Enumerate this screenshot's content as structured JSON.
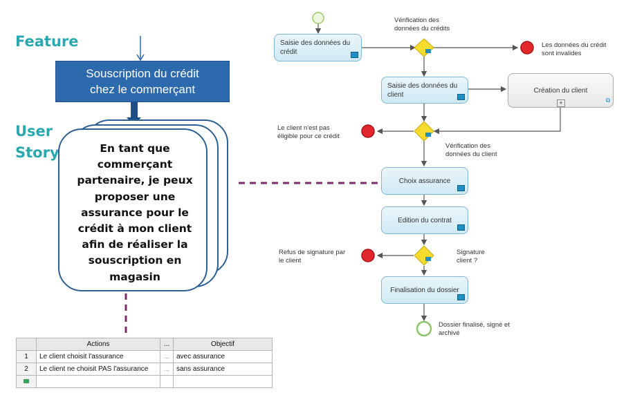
{
  "left": {
    "feature_label": "Feature",
    "feature_box": [
      "Souscription du crédit",
      "chez le commerçant"
    ],
    "story_label": [
      "User",
      "Story"
    ],
    "story_text": [
      "En tant que",
      "commerçant",
      "partenaire, je peux",
      "proposer  une",
      "assurance pour le",
      "crédit à mon  client",
      "afin de réaliser la",
      "souscription en",
      "magasin"
    ]
  },
  "table": {
    "headers": [
      "",
      "Actions",
      "...",
      "Objectif"
    ],
    "rows": [
      {
        "num": "1",
        "action": "Le client choisit l'assurance",
        "dots": "...",
        "objective": "avec assurance"
      },
      {
        "num": "2",
        "action": "Le client ne choisit PAS l'assurance",
        "dots": "...",
        "objective": "sans assurance"
      }
    ]
  },
  "process": {
    "tasks": {
      "saisie_credit": [
        "Saisie des données du",
        "crédit"
      ],
      "saisie_client": [
        "Saisie des données du",
        "client"
      ],
      "creation_client": "Création du client",
      "choix_assurance": "Choix assurance",
      "edition_contrat": "Edition du contrat",
      "finalisation": "Finalisation du dossier"
    },
    "labels": {
      "verif_credits": [
        "Vérification des",
        "données du crédits"
      ],
      "invalid": [
        "Les données du crédit",
        "sont invalides"
      ],
      "not_eligible": [
        "Le client n'est pas",
        "éligible pour ce crédit"
      ],
      "verif_client": [
        "Vérification des",
        "données du client"
      ],
      "refus": [
        "Refus de signature par",
        "le client"
      ],
      "signature": [
        "Signature",
        "client ?"
      ],
      "final": [
        "Dossier finalisé, signé et",
        "archivé"
      ]
    },
    "colors": {
      "task_border": "#7fb8d0",
      "gateway": "#f5dc2e",
      "end_event": "#e3262b",
      "start_event": "#c8e6a0",
      "feature_box": "#2c6aad",
      "card_border": "#2c5f95",
      "dashed_connector": "#7b2a6b",
      "title_teal": "#2aa8b0"
    }
  }
}
